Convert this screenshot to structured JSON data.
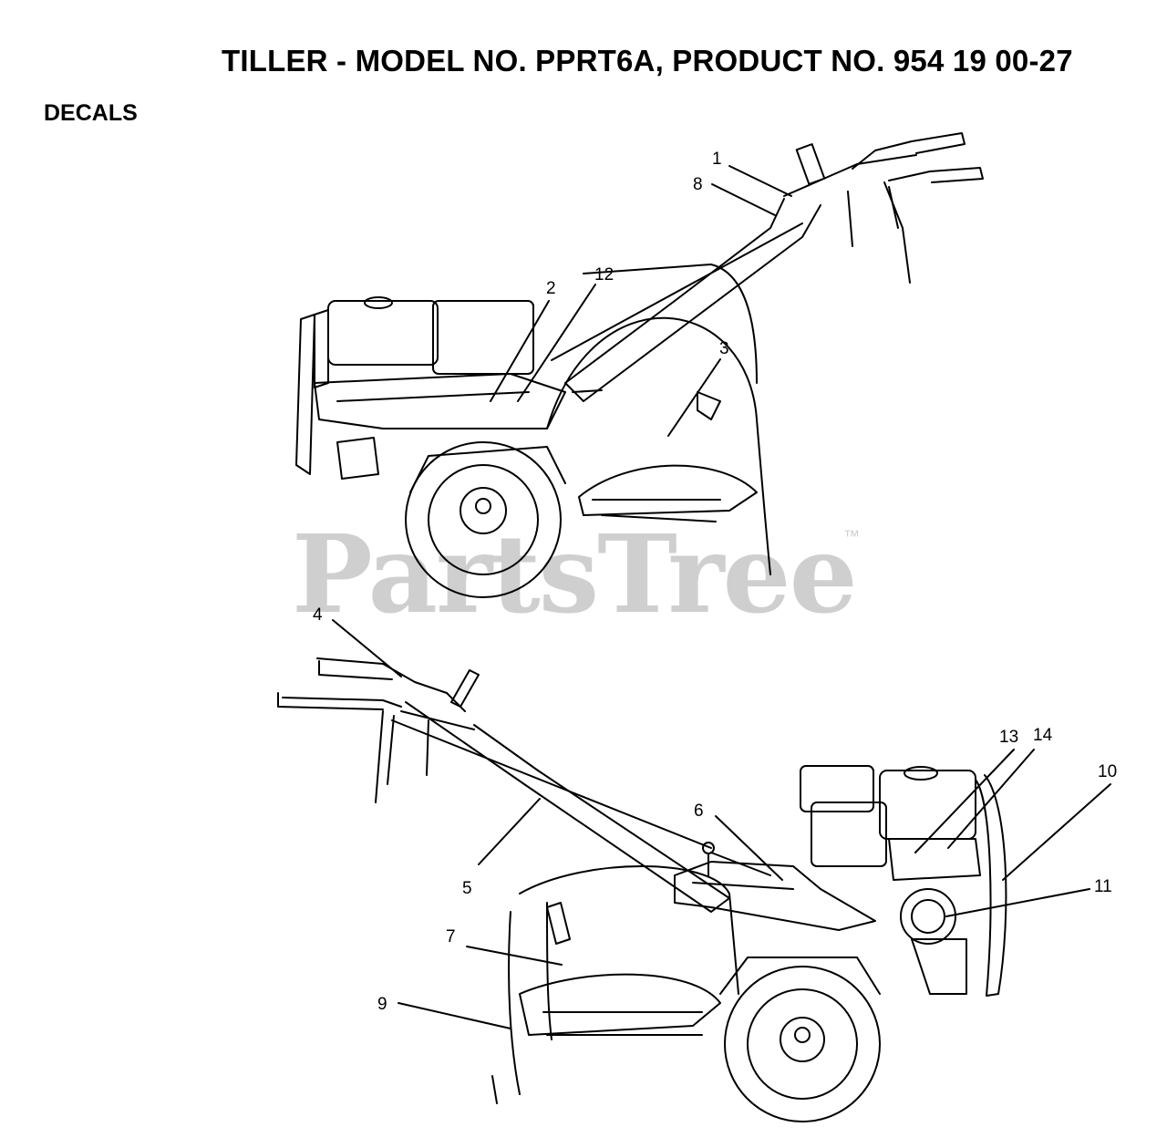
{
  "header": {
    "title": "TILLER - MODEL NO. PPRT6A, PRODUCT NO. 954 19 00-27",
    "section": "DECALS"
  },
  "watermark": {
    "text": "PartsTree",
    "mark": "™",
    "color": "#cfcfcf"
  },
  "callouts": [
    "1",
    "2",
    "3",
    "4",
    "5",
    "6",
    "7",
    "8",
    "9",
    "10",
    "11",
    "12",
    "13",
    "14"
  ]
}
